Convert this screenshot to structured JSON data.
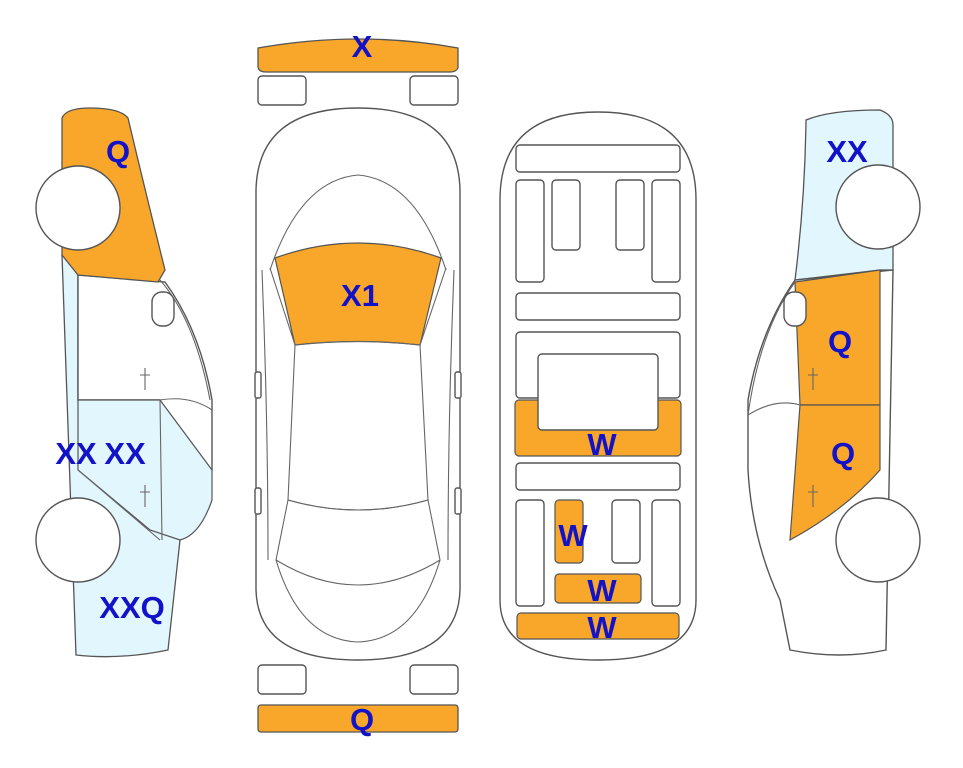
{
  "colors": {
    "severe": "#f8a72a",
    "minor": "#e2f6fd",
    "outline": "#555555",
    "label": "#1212c8"
  },
  "labels": {
    "front_bumper": "X",
    "windshield": "X1",
    "rear_bumper": "Q",
    "left_front_fender": "Q",
    "left_door_pair": "XX",
    "left_door_rear": "XX",
    "left_rear_quarter": "XXQ",
    "floor_center": "W",
    "floor_rear_small": "W",
    "floor_rear_mid": "W",
    "floor_rear_end": "W",
    "right_fender": "XX",
    "right_front_door": "Q",
    "right_rear_door": "Q"
  }
}
